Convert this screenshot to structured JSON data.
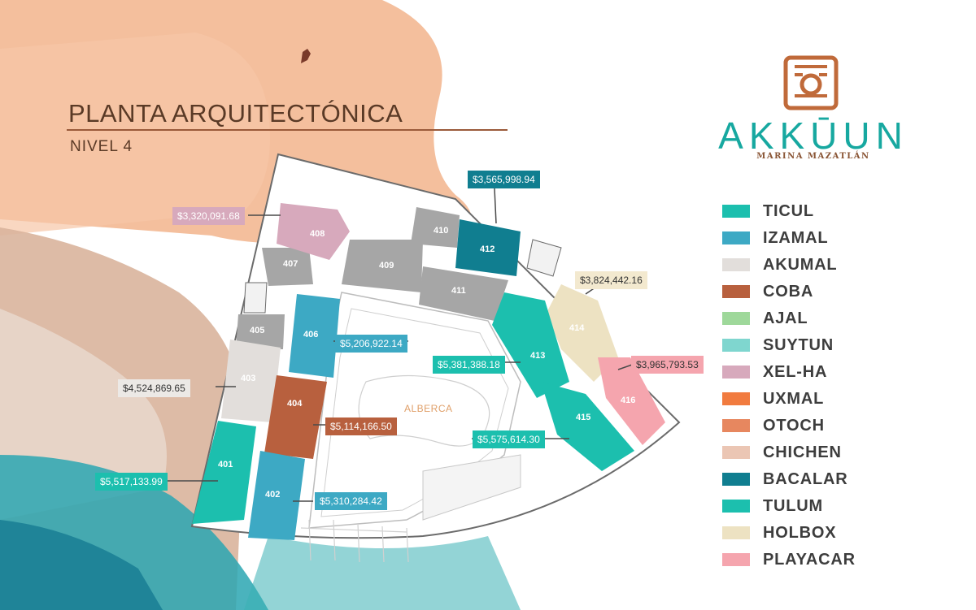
{
  "title": "PLANTA ARQUITECTÓNICA",
  "subtitle": "NIVEL 4",
  "brand": {
    "name": "AKKŪUN",
    "sub": "MARINA MAZATLÁN",
    "color": "#17a8a0",
    "logo_color": "#c06a3a"
  },
  "pool_label": "ALBERCA",
  "legend": [
    {
      "label": "TICUL",
      "color": "#1cbfae"
    },
    {
      "label": "IZAMAL",
      "color": "#3da9c4"
    },
    {
      "label": "AKUMAL",
      "color": "#e2dedb"
    },
    {
      "label": "COBA",
      "color": "#b8603e"
    },
    {
      "label": "AJAL",
      "color": "#9ed89a"
    },
    {
      "label": "SUYTUN",
      "color": "#7fd6cf"
    },
    {
      "label": "XEL-HA",
      "color": "#d7a9bc"
    },
    {
      "label": "UXMAL",
      "color": "#f17b3f"
    },
    {
      "label": "OTOCH",
      "color": "#e7875f"
    },
    {
      "label": "CHICHEN",
      "color": "#ebc6b4"
    },
    {
      "label": "BACALAR",
      "color": "#107e90"
    },
    {
      "label": "TULUM",
      "color": "#1cbfae"
    },
    {
      "label": "HOLBOX",
      "color": "#ede2c2"
    },
    {
      "label": "PLAYACAR",
      "color": "#f5a5ae"
    }
  ],
  "units": [
    {
      "id": "401",
      "type": "TULUM"
    },
    {
      "id": "402",
      "type": "IZAMAL"
    },
    {
      "id": "403",
      "type": "AKUMAL"
    },
    {
      "id": "404",
      "type": "COBA"
    },
    {
      "id": "405",
      "type": ""
    },
    {
      "id": "406",
      "type": "IZAMAL"
    },
    {
      "id": "407",
      "type": ""
    },
    {
      "id": "408",
      "type": "XEL-HA"
    },
    {
      "id": "409",
      "type": ""
    },
    {
      "id": "410",
      "type": ""
    },
    {
      "id": "411",
      "type": ""
    },
    {
      "id": "412",
      "type": "BACALAR"
    },
    {
      "id": "413",
      "type": "TICUL"
    },
    {
      "id": "414",
      "type": "HOLBOX"
    },
    {
      "id": "415",
      "type": "TULUM"
    },
    {
      "id": "416",
      "type": "PLAYACAR"
    }
  ],
  "prices": [
    {
      "unit": "408",
      "text": "$3,320,091.68",
      "bg": "#d7a9bc",
      "fg": "#ffffff"
    },
    {
      "unit": "412",
      "text": "$3,565,998.94",
      "bg": "#107e90",
      "fg": "#ffffff"
    },
    {
      "unit": "414",
      "text": "$3,824,442.16",
      "bg": "#f3e9cf",
      "fg": "#333333"
    },
    {
      "unit": "406",
      "text": "$5,206,922.14",
      "bg": "#3da9c4",
      "fg": "#ffffff"
    },
    {
      "unit": "413",
      "text": "$5,381,388.18",
      "bg": "#1cbfae",
      "fg": "#ffffff"
    },
    {
      "unit": "416",
      "text": "$3,965,793.53",
      "bg": "#f5a5ae",
      "fg": "#333333"
    },
    {
      "unit": "403",
      "text": "$4,524,869.65",
      "bg": "#ece9e6",
      "fg": "#333333"
    },
    {
      "unit": "404",
      "text": "$5,114,166.50",
      "bg": "#b8603e",
      "fg": "#ffffff"
    },
    {
      "unit": "415",
      "text": "$5,575,614.30",
      "bg": "#1cbfae",
      "fg": "#ffffff"
    },
    {
      "unit": "401",
      "text": "$5,517,133.99",
      "bg": "#1cbfae",
      "fg": "#ffffff"
    },
    {
      "unit": "402",
      "text": "$5,310,284.42",
      "bg": "#3da9c4",
      "fg": "#ffffff"
    }
  ]
}
